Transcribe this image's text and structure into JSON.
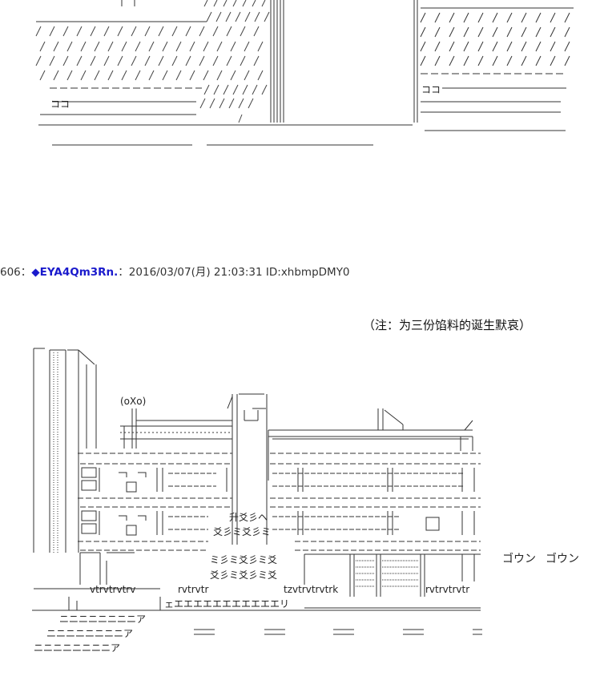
{
  "post": {
    "number": "606",
    "separator": "：",
    "diamond": "◆",
    "tripcode": "EYA4Qm3Rn.",
    "colon": "：",
    "datetime": "2016/03/07(月) 21:03:31",
    "id_label": "ID:",
    "id_value": "xhbmpDMY0"
  },
  "annotation": {
    "note": "（注：为三份馅料的诞生默哀）"
  },
  "sound_effects": {
    "sfx_1": "ゴウン",
    "sfx_2": "ゴウン"
  },
  "art_labels": {
    "face": "(oXo)",
    "koko_top_left": "ココ",
    "koko_top_right": "ココ",
    "box_mark": "[□]",
    "steam_row_1": "升爻彡ヘ",
    "steam_row_2": "爻彡ミ爻彡ミ",
    "steam_row_3": "ミ彡ミ爻彡ミ爻",
    "steam_row_4": "爻彡ミ爻彡ミ爻",
    "conveyor_left": "vtrvtrvtrv",
    "conveyor_mid": "rvtrvtr",
    "conveyor_tail": "tzvtrvtrvtrk",
    "conveyor_right": "rvtrvtrvtr",
    "base_row": "ェエエエエエエエエエエエリ",
    "stair_row": "ニニニニニニニニア"
  }
}
